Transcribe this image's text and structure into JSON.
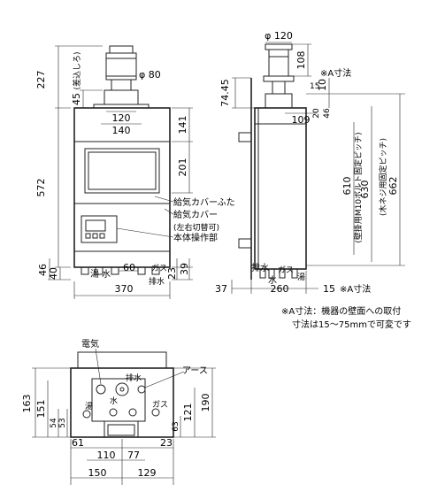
{
  "front": {
    "d_227": "227",
    "d_45": "45",
    "note_sashikomi": "(差込しろ)",
    "d_phi80": "φ 80",
    "d_120": "120",
    "d_140": "140",
    "d_141": "141",
    "d_572": "572",
    "d_201": "201",
    "d_46": "46",
    "d_40": "40",
    "d_60": "60",
    "d_23": "23",
    "d_39": "39",
    "d_370": "370",
    "label_yu": "湯",
    "label_mizu": "水",
    "label_gas": "ガス",
    "label_haisui": "排水",
    "label_kyuki_cover_futa": "給気カバーふた",
    "label_kyuki_cover": "給気カバー",
    "label_sayu": "(左右切替可)",
    "label_honti": "本体操作部"
  },
  "side": {
    "d_phi120": "φ 120",
    "d_108": "108",
    "d_10": "10",
    "note_A": "※A寸法",
    "d_7445": "74.45",
    "d_15": "15",
    "d_20": "20",
    "d_109": "109",
    "d_46": "46",
    "d_610": "610",
    "d_630": "630",
    "d_662": "662",
    "label_610": "(壁掛用M10ボルト固定ピッチ)",
    "label_662": "(木ネジ用固定ピッチ)",
    "d_37": "37",
    "d_260": "260",
    "d_15A": "15",
    "note_A2": "※A寸法",
    "label_haisui": "排水",
    "label_mizu": "水",
    "label_gas": "ガス",
    "label_yu": "湯"
  },
  "note": {
    "line1": "※A寸法：機器の壁面への取付",
    "line2": "寸法は15〜75mmで可変です"
  },
  "bottom": {
    "label_denki": "電気",
    "label_haisui": "排水",
    "label_earth": "アース",
    "label_mizu": "水",
    "label_yu": "湯",
    "label_gas": "ガス",
    "d_163": "163",
    "d_151": "151",
    "d_54": "54",
    "d_53": "53",
    "d_121": "121",
    "d_190": "190",
    "d_63": "63",
    "d_61": "61",
    "d_23": "23",
    "d_110": "110",
    "d_77": "77",
    "d_150": "150",
    "d_129": "129"
  }
}
